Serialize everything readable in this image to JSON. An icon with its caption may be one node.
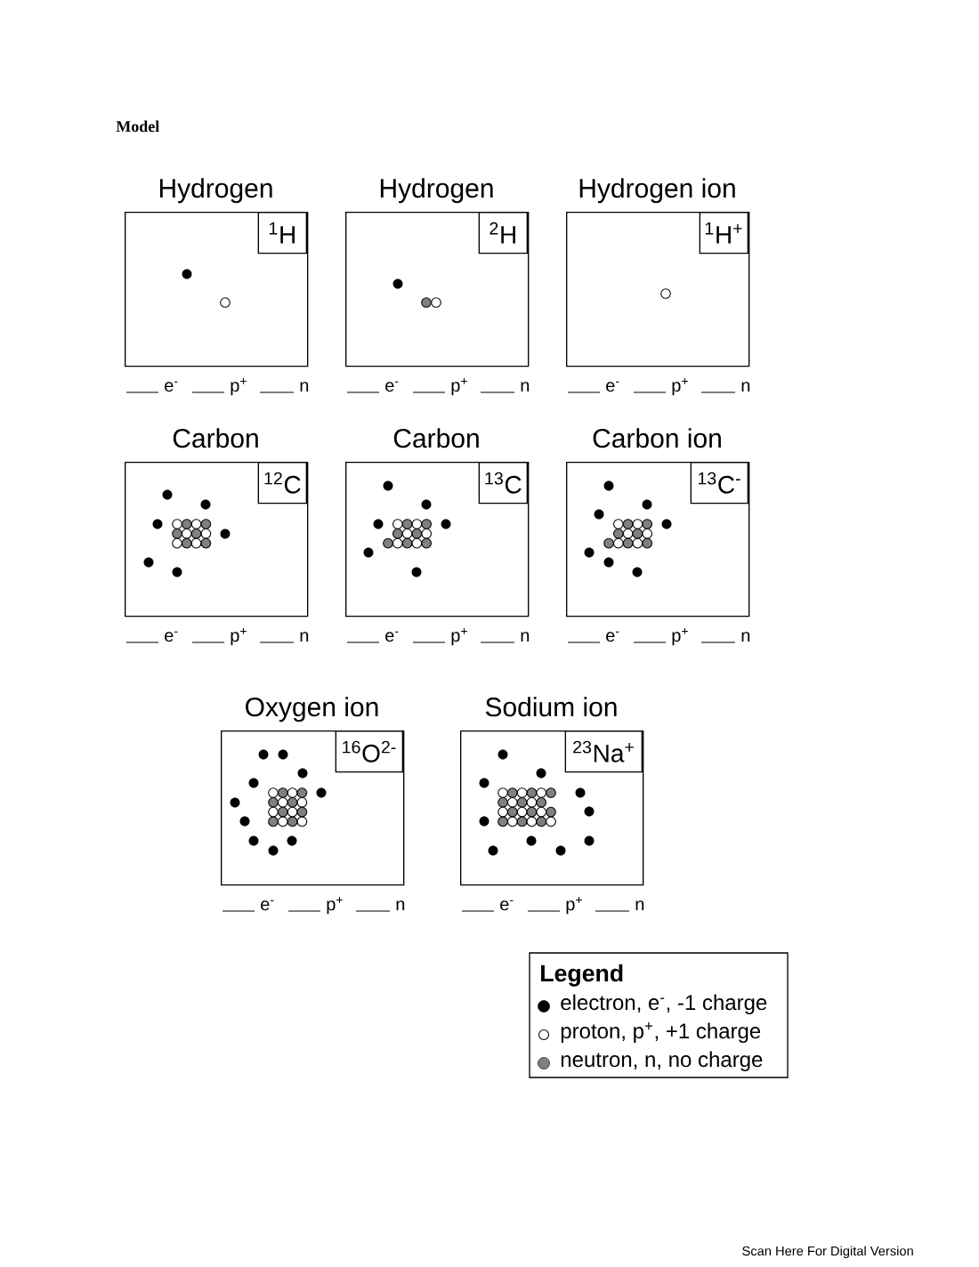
{
  "diagram": {
    "title": "Model",
    "nodes": [
      {
        "text": [
          "Hydrogen"
        ],
        "beside": [
          "e$^{-}$",
          "p$^{+}$",
          "n"
        ]
      },
      {
        "text": [
          "$^{1}$H"
        ],
        "in": 0
      },
      {
        "text": [
          "Hydrogen"
        ],
        "beside": [
          "e$^{-}$",
          "p$^{+}$",
          "n"
        ]
      },
      {
        "text": [
          "$^{2}$H"
        ],
        "in": 2
      },
      {
        "text": [
          "Hydrogen ion"
        ],
        "beside": [
          "e$^{-}$",
          "p$^{+}$",
          "n"
        ]
      },
      {
        "text": [
          "$^{1}$H$^{+}$"
        ],
        "in": 4
      },
      {
        "text": [
          "Carbon"
        ],
        "beside": [
          "e$^{-}$",
          "p$^{+}$",
          "n"
        ]
      },
      {
        "text": [
          "$^{12}$C"
        ],
        "in": 6
      },
      {
        "text": [
          "Carbon"
        ],
        "beside": [
          "e$^{-}$",
          "p$^{+}$",
          "n"
        ]
      },
      {
        "text": [
          "$^{13}$C"
        ],
        "in": 8
      },
      {
        "text": [
          "Carbon ion"
        ],
        "beside": [
          "e$^{-}$",
          "p$^{+}$",
          "n"
        ]
      },
      {
        "text": [
          "$^{13}$C$^{-}$"
        ],
        "in": 10
      },
      {
        "text": [
          "Oxygen ion"
        ],
        "beside": [
          "e$^{-}$",
          "p$^{+}$",
          "n"
        ]
      },
      {
        "text": [
          "$^{16}$O$^{2-}$"
        ],
        "in": 12
      },
      {
        "text": [
          "Sodium ion"
        ],
        "beside": [
          "e$^{-}$",
          "p$^{+}$",
          "n"
        ]
      },
      {
        "text": [
          "$^{23}$Na$^{+}$"
        ],
        "in": 14
      }
    ],
    "labels": [
      "Legend",
      "Scan Here For Digital Version"
    ],
    "legend": [
      {
        "text": "electron, e$^{-}$, -1 charge",
        "color": "#000000"
      },
      {
        "text": "proton, p$^{+}$, +1 charge"
      },
      {
        "text": "neutron, n, no charge",
        "color": "#808080"
      }
    ]
  }
}
